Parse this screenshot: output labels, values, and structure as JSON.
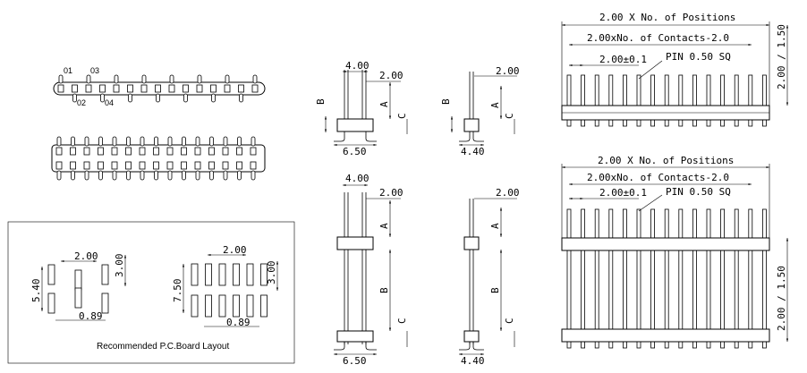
{
  "top_view": {
    "pin_labels": [
      "01",
      "03",
      "02",
      "04"
    ]
  },
  "side_dims": {
    "width_a": "4.00",
    "pitch": "2.00",
    "base_a": "6.50",
    "base_b": "4.40",
    "letter_a": "A",
    "letter_b": "B",
    "letter_c": "C"
  },
  "front_dims": {
    "total": "2.00 X No. of Positions",
    "contacts": "2.00xNo. of Contacts-2.0",
    "pitch_tol": "2.00±0.1",
    "pin": "PIN 0.50 SQ",
    "height": "2.00 / 1.50"
  },
  "pcb": {
    "caption": "Recommended P.C.Board Layout",
    "left": {
      "pitch": "2.00",
      "height": "3.00",
      "row_dist": "5.40",
      "pad": "0.89"
    },
    "right": {
      "pitch": "2.00",
      "height": "3.00",
      "row_dist": "7.50",
      "pad": "0.89"
    }
  }
}
